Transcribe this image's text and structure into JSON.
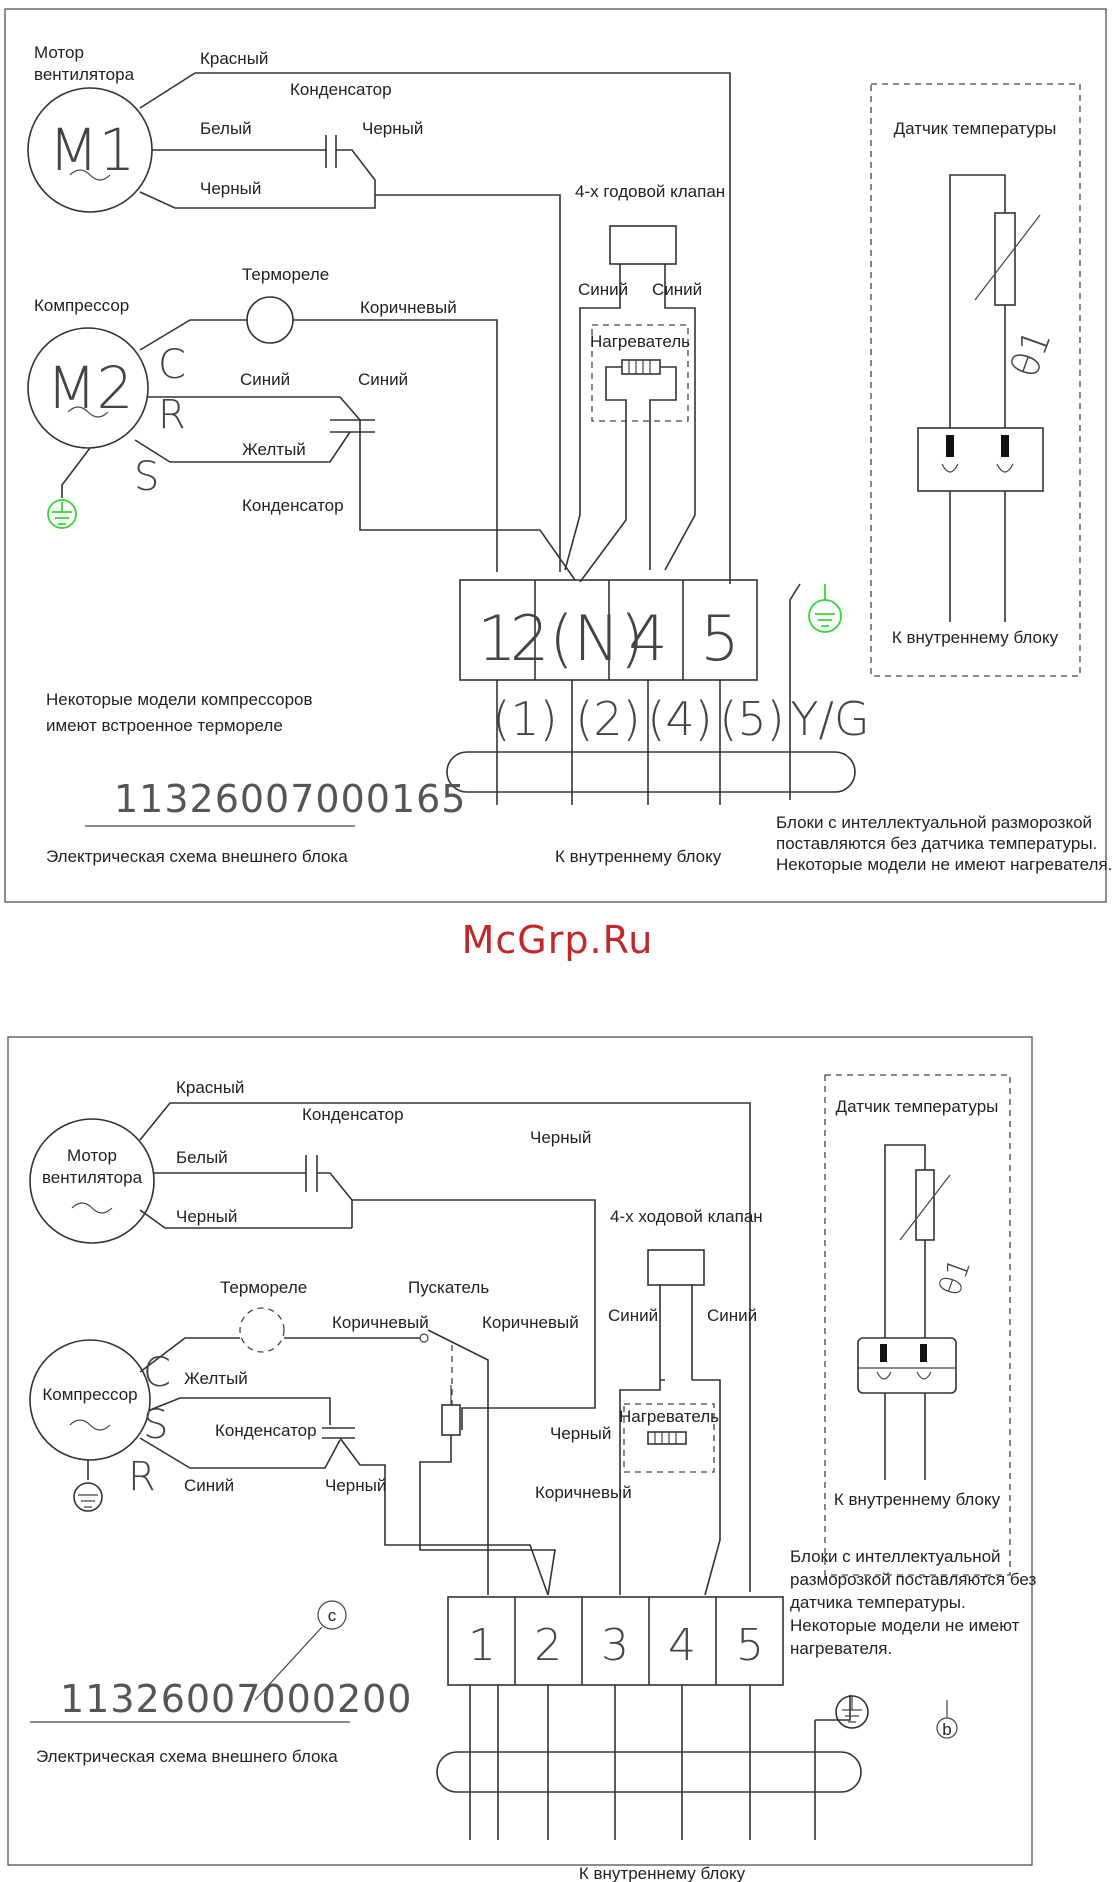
{
  "watermark": "McGrp.Ru",
  "diagram1": {
    "labels": {
      "fan_motor": [
        "Мотор",
        "вентилятора"
      ],
      "motor_id": "M1",
      "red": "Красный",
      "capacitor_top": "Конденсатор",
      "white": "Белый",
      "black_a": "Черный",
      "black_b": "Черный",
      "valve": "4-х годовой клапан",
      "blue_left": "Синий",
      "blue_right": "Синий",
      "heater": "Нагреватель",
      "thermo_relay": "Термореле",
      "compressor": "Компрессор",
      "compressor_id": "M2",
      "brown": "Коричневый",
      "blue_a": "Синий",
      "blue_b": "Синий",
      "yellow": "Желтый",
      "capacitor_bottom": "Конденсатор",
      "pin_c": "C",
      "pin_r": "R",
      "pin_s": "S",
      "terminals": [
        "1",
        "2(N)",
        "4",
        "5"
      ],
      "lower_terminals": [
        "(1)",
        "(2)",
        "(4)",
        "(5)",
        "Y/G"
      ],
      "note": [
        "Некоторые модели компрессоров",
        "имеют встроенное термореле"
      ],
      "code": "11326007000165",
      "caption": "Электрическая схема внешнего блока",
      "to_indoor": "К внутреннему блоку",
      "sensor_title": "Датчик температуры",
      "sensor_theta": "θ1",
      "sensor_to_indoor": "К внутреннему блоку",
      "side_note": [
        "Блоки с интеллектуальной разморозкой",
        "поставляются без датчика температуры.",
        "Некоторые модели не имеют нагревателя."
      ]
    }
  },
  "diagram2": {
    "labels": {
      "fan_motor": [
        "Мотор",
        "вентилятора"
      ],
      "red": "Красный",
      "capacitor_top": "Конденсатор",
      "black_top": "Черный",
      "white": "Белый",
      "black_a": "Черный",
      "valve": "4-х ходовой клапан",
      "thermo_relay": "Термореле",
      "starter": "Пускатель",
      "brown_a": "Коричневый",
      "brown_b": "Коричневый",
      "blue_left": "Синий",
      "blue_right": "Синий",
      "compressor": "Компрессор",
      "yellow": "Желтый",
      "capacitor": "Конденсатор",
      "heater": "Нагреватель",
      "black_mid": "Черный",
      "brown_c": "Коричневый",
      "blue": "Синий",
      "black_low": "Черный",
      "pin_c": "C",
      "pin_s": "S",
      "pin_r": "R",
      "terminals": [
        "1",
        "2",
        "3",
        "4",
        "5"
      ],
      "sensor_title": "Датчик температуры",
      "sensor_theta": "θ1",
      "sensor_to_indoor": "К внутреннему блоку",
      "side_note": [
        "Блоки с интеллектуальной",
        " разморозкой поставляются без",
        "датчика температуры.",
        "Некоторые модели не имеют",
        "нагревателя."
      ],
      "code": "11326007000200",
      "code_mark": "c",
      "caption": "Электрическая схема внешнего блока",
      "to_indoor": "К внутреннему блоку",
      "b_mark": "b"
    }
  }
}
